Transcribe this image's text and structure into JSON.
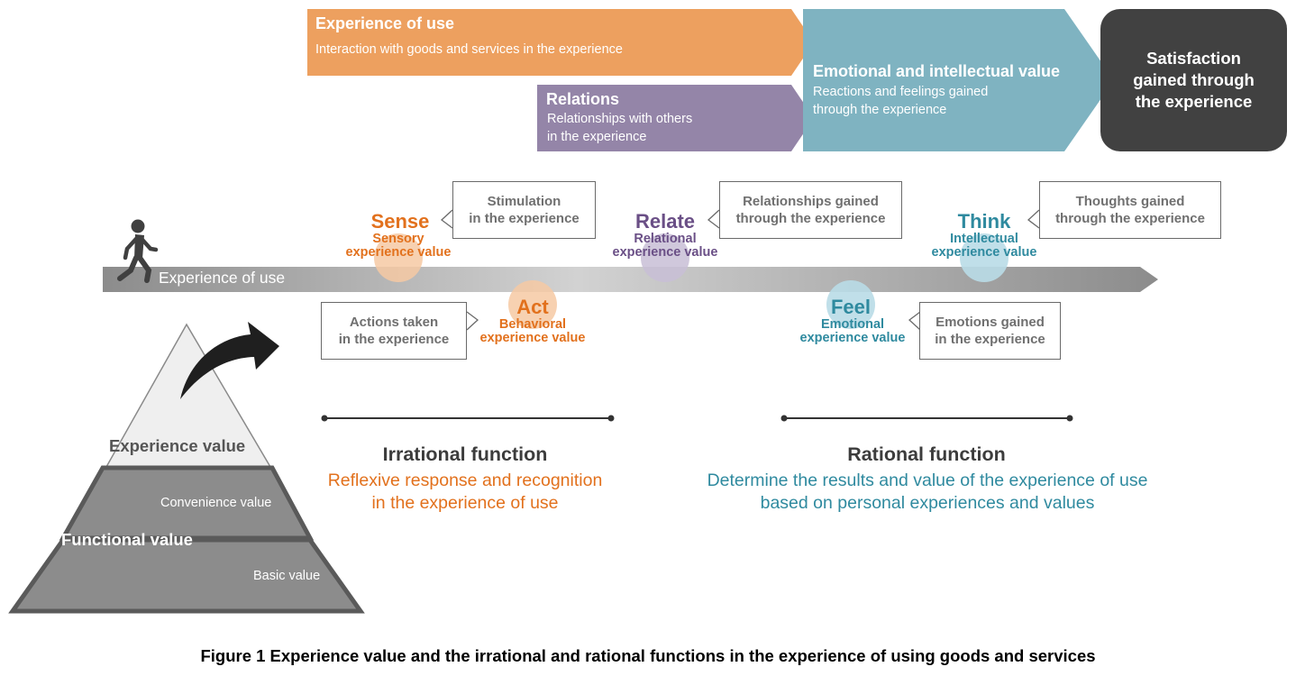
{
  "top": {
    "experience_of_use": {
      "title": "Experience of use",
      "desc": "Interaction with goods and services in the experience",
      "color": "#EDA05F"
    },
    "relations": {
      "title": "Relations",
      "desc_lines": [
        "Relationships with others",
        "in the experience"
      ],
      "color": "#9485A8"
    },
    "emotional_intellectual": {
      "title": "Emotional and intellectual value",
      "desc_lines": [
        "Reactions and feelings gained",
        "through the experience"
      ],
      "color": "#7FB3C1"
    },
    "satisfaction": {
      "lines": [
        "Satisfaction",
        "gained through",
        "the experience"
      ],
      "color": "#414141"
    }
  },
  "timeline": {
    "label": "Experience of use",
    "icon": "walking-person-icon"
  },
  "values": {
    "sense": {
      "word": "Sense",
      "sub_lines": [
        "Sensory",
        "experience value"
      ],
      "color": "#E2711D"
    },
    "act": {
      "word": "Act",
      "sub_lines": [
        "Behavioral",
        "experience value"
      ],
      "color": "#E2711D"
    },
    "relate": {
      "word": "Relate",
      "sub_lines": [
        "Relational",
        "experience value"
      ],
      "color": "#6A4F86"
    },
    "feel": {
      "word": "Feel",
      "sub_lines": [
        "Emotional",
        "experience value"
      ],
      "color": "#2F8A9F"
    },
    "think": {
      "word": "Think",
      "sub_lines": [
        "Intellectual",
        "experience value"
      ],
      "color": "#2F8A9F"
    }
  },
  "callouts": {
    "sense": [
      "Stimulation",
      "in the experience"
    ],
    "act": [
      "Actions taken",
      "in the experience"
    ],
    "relate": [
      "Relationships gained",
      "through the experience"
    ],
    "feel": [
      "Emotions gained",
      "in the experience"
    ],
    "think": [
      "Thoughts gained",
      "through the experience"
    ]
  },
  "functions": {
    "irrational": {
      "title": "Irrational function",
      "desc_lines": [
        "Reflexive response and recognition",
        "in the experience of use"
      ],
      "color": "#E2711D"
    },
    "rational": {
      "title": "Rational function",
      "desc_lines": [
        "Determine the results and value of the experience of use",
        "based on personal experiences and values"
      ],
      "color": "#2F8A9F"
    }
  },
  "pyramid": {
    "experience_value": "Experience value",
    "functional_value": "Functional value",
    "convenience_value": "Convenience value",
    "basic_value": "Basic value",
    "arrow_icon": "curved-arrow-icon"
  },
  "caption": "Figure 1  Experience value and the irrational and rational functions in the experience of using goods and services"
}
